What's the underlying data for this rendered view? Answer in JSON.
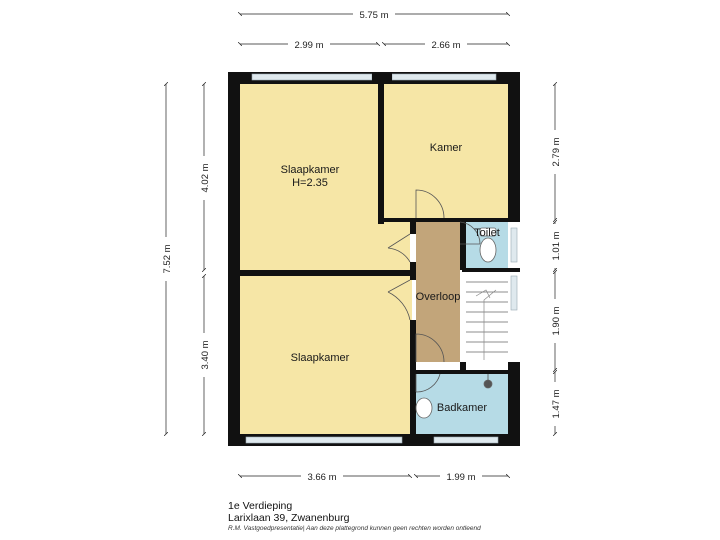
{
  "rooms": {
    "slaapkamer_top": {
      "name": "Slaapkamer",
      "height": "H=2.35"
    },
    "kamer": "Kamer",
    "toilet": "Toilet",
    "overloop": "Overloop",
    "slaapkamer_bottom": "Slaapkamer",
    "badkamer": "Badkamer"
  },
  "dimensions": {
    "top_total": "5.75 m",
    "top_left": "2.99 m",
    "top_right": "2.66 m",
    "left_total": "7.52 m",
    "left_upper": "4.02 m",
    "left_lower": "3.40 m",
    "right_1": "2.79 m",
    "right_2": "1.01 m",
    "right_3": "1.90 m",
    "right_4": "1.47 m",
    "bottom_left": "3.66 m",
    "bottom_right": "1.99 m"
  },
  "footer": {
    "floor": "1e Verdieping",
    "address": "Larixlaan 39,  Zwanenburg",
    "disclaimer": "R.M. Vastgoedpresentatie| Aan deze plattegrond kunnen geen rechten worden ontleend"
  },
  "colors": {
    "bedroom": "#f6e6a6",
    "bath": "#b6dbe6",
    "landing": "#c2a57a",
    "wall": "#111111",
    "window": "#dfe9ee"
  }
}
